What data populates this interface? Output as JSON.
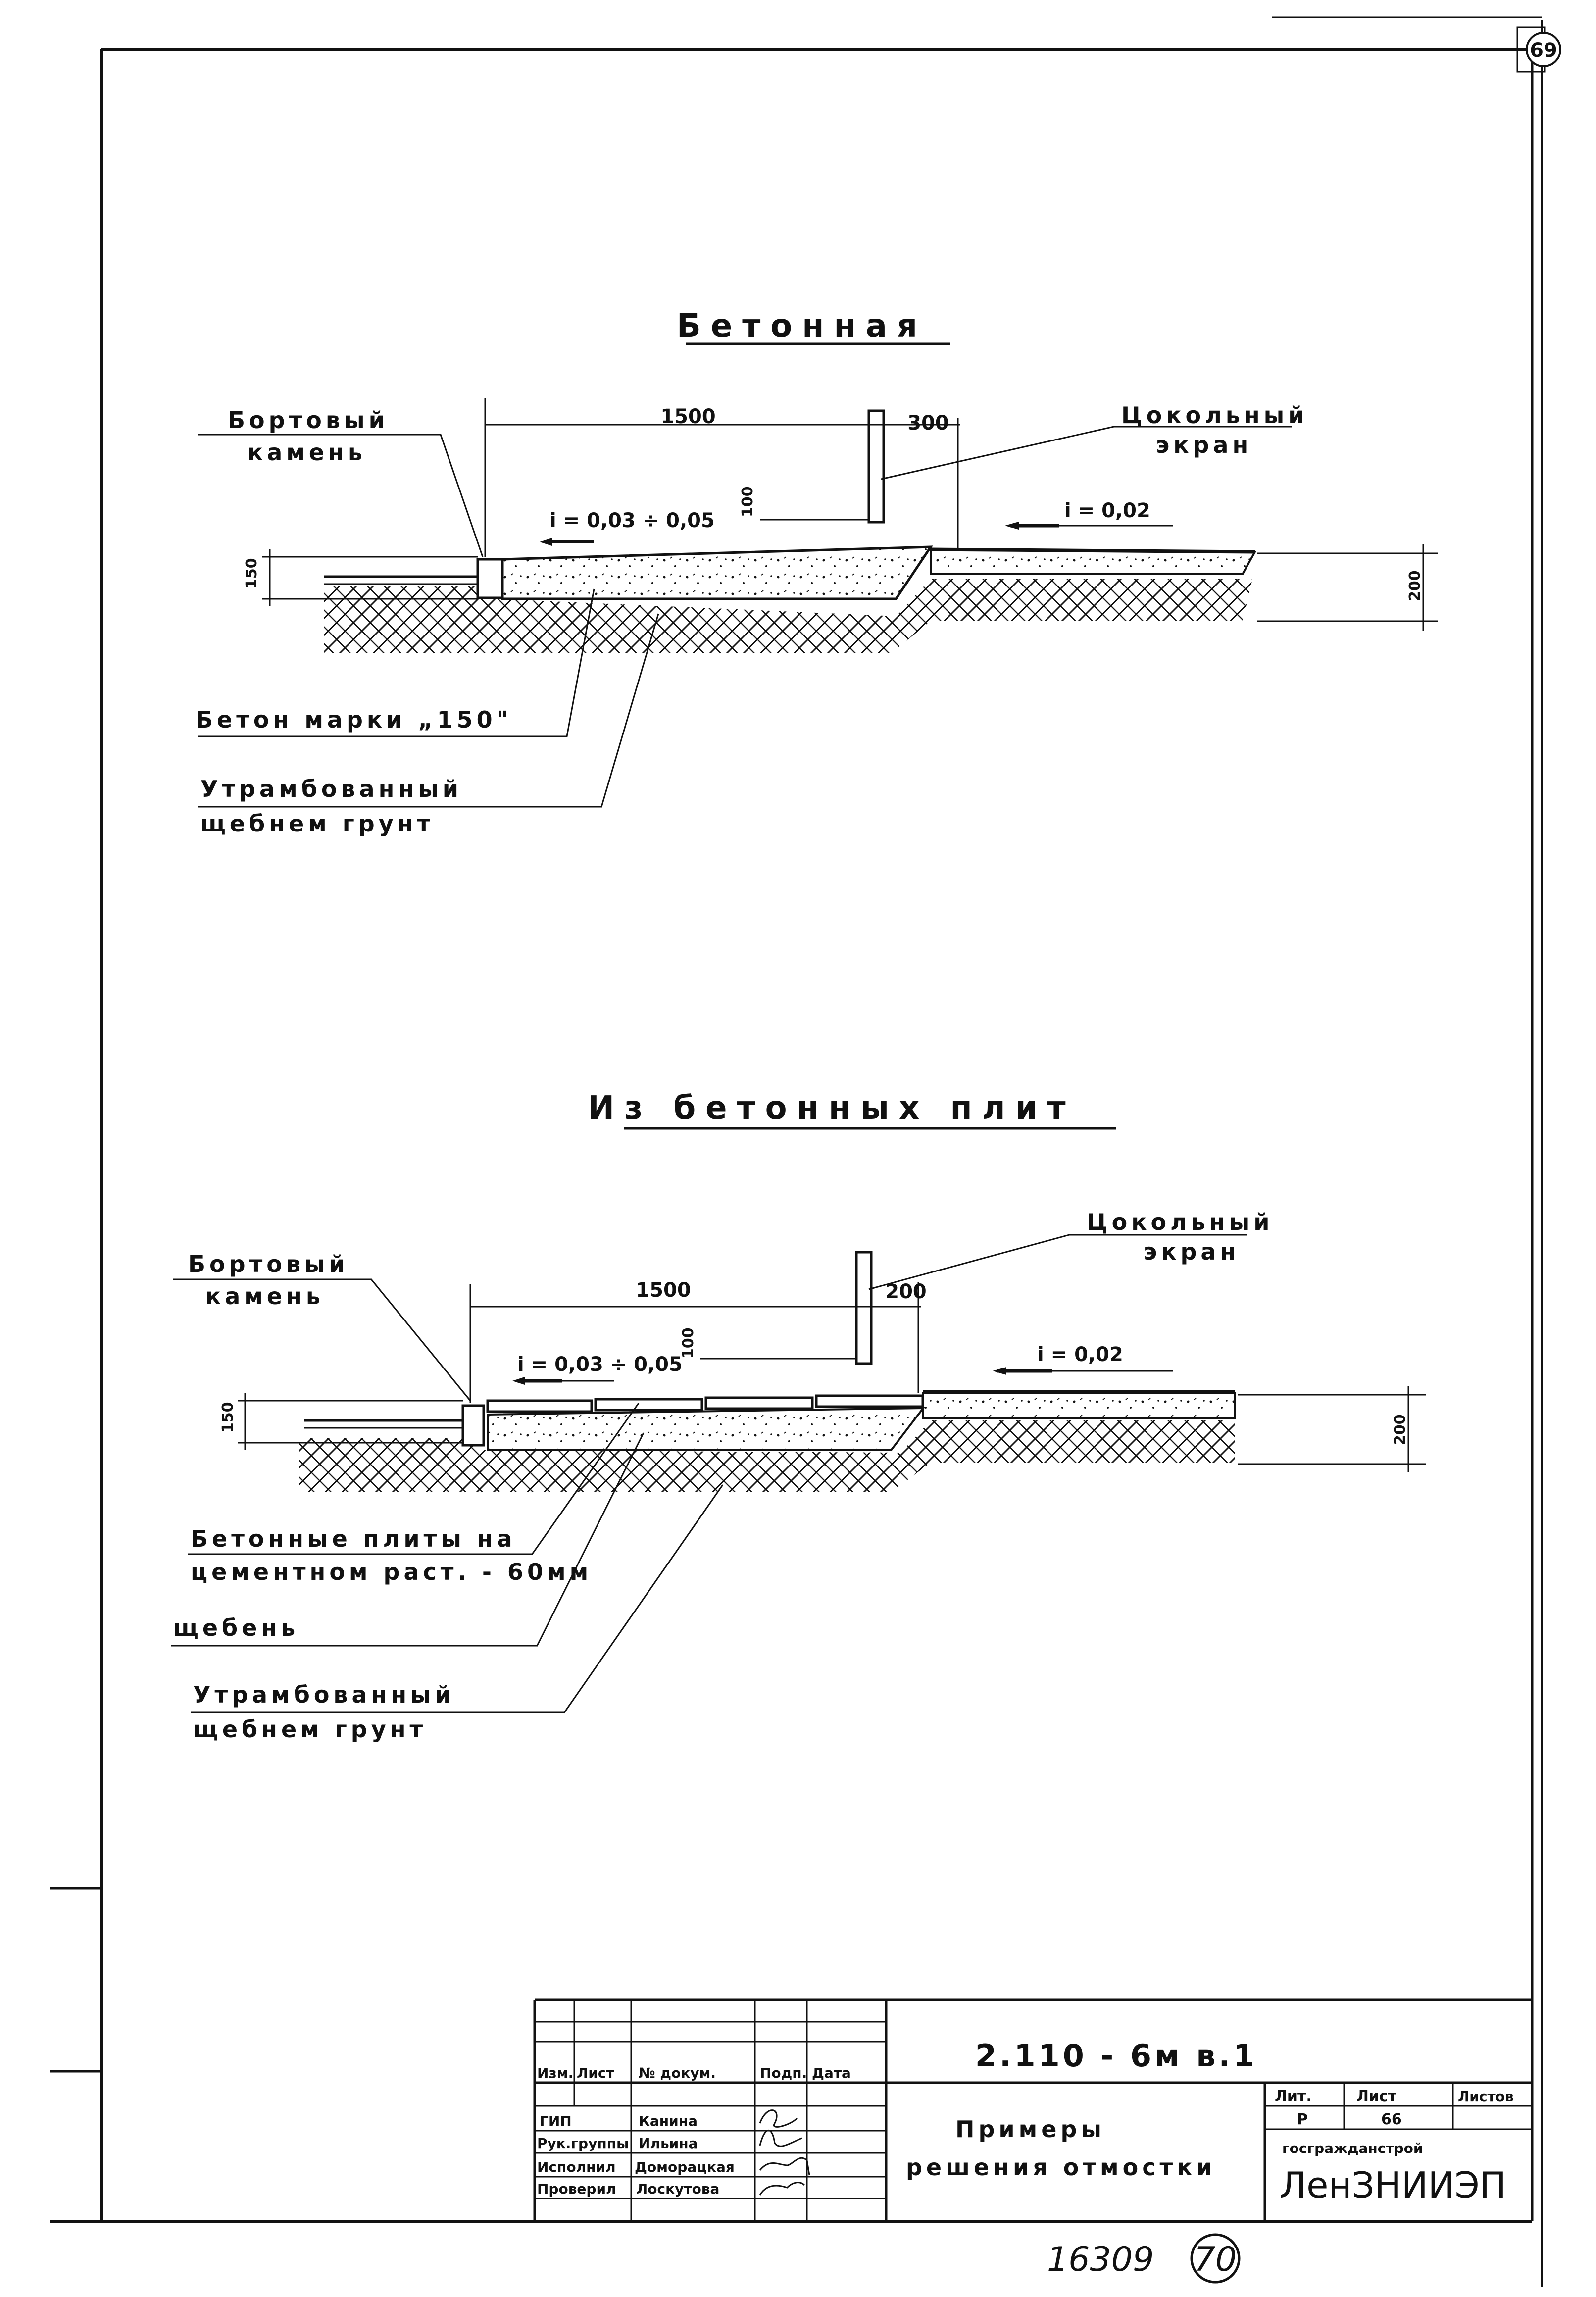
{
  "sheet_corner_number": "69",
  "section_concrete": {
    "title": "Бетонная",
    "curb_label_1": "Бортовый",
    "curb_label_2": "камень",
    "width_dim": "1500",
    "screen_offset_dim": "300",
    "plinth_label_1": "Цокольный",
    "plinth_label_2": "экран",
    "slope_main": "i = 0,03 ÷ 0,05",
    "slope_side": "i = 0,02",
    "dim_100": "100",
    "dim_150": "150",
    "dim_200": "200",
    "concrete_label": "Бетон марки „150\"",
    "soil_label_1": "Утрамбованный",
    "soil_label_2": "щебнем грунт"
  },
  "section_slabs": {
    "title": "Из бетонных плит",
    "curb_label_1": "Бортовый",
    "curb_label_2": "камень",
    "width_dim": "1500",
    "screen_offset_dim": "200",
    "plinth_label_1": "Цокольный",
    "plinth_label_2": "экран",
    "slope_main": "i = 0,03 ÷ 0,05",
    "slope_side": "i = 0,02",
    "dim_100": "100",
    "dim_150": "150",
    "dim_200": "200",
    "slabs_label_1": "Бетонные плиты на",
    "slabs_label_2": "цементном раст. - 60мм",
    "gravel_label": "щебень",
    "soil_label_1": "Утрамбованный",
    "soil_label_2": "щебнем грунт"
  },
  "title_block": {
    "doc_code": "2.110 - 6м   в.1",
    "drawing_title_1": "Примеры",
    "drawing_title_2": "решения отмостки",
    "col_headers": [
      "Изм.",
      "Лист",
      "№ докум.",
      "Подп.",
      "Дата"
    ],
    "roles": [
      {
        "role": "ГИП",
        "name": "Канина"
      },
      {
        "role": "Рук.группы",
        "name": "Ильина"
      },
      {
        "role": "Исполнил",
        "name": "Доморацкая"
      },
      {
        "role": "Проверил",
        "name": "Лоскутова"
      }
    ],
    "lit_header": "Лит.",
    "sheet_header": "Лист",
    "sheets_header": "Листов",
    "lit_value": "Р",
    "sheet_value": "66",
    "org_line_1": "госгражданстрой",
    "org_name": "ЛенЗНИИЭП"
  },
  "footer": {
    "archive_number": "16309",
    "page_number": "70"
  }
}
